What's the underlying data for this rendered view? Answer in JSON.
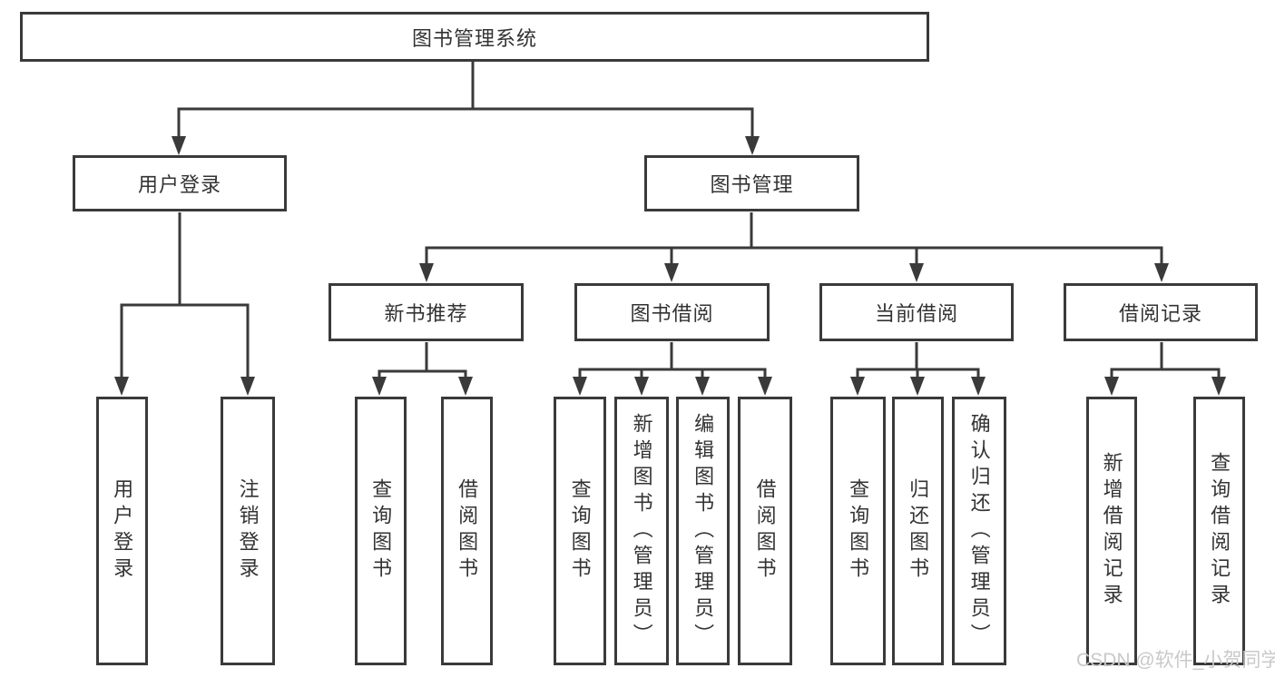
{
  "title": "图书管理系统",
  "user": {
    "label": "用户登录",
    "children": [
      "用户登录",
      "注销登录"
    ]
  },
  "mgmt": {
    "label": "图书管理",
    "sections": {
      "recommend": {
        "label": "新书推荐",
        "children": [
          "查询图书",
          "借阅图书"
        ]
      },
      "borrow": {
        "label": "图书借阅",
        "children": [
          "查询图书",
          "新增图书（管理员）",
          "编辑图书（管理员）",
          "借阅图书"
        ]
      },
      "current": {
        "label": "当前借阅",
        "children": [
          "查询图书",
          "归还图书",
          "确认归还（管理员）"
        ]
      },
      "records": {
        "label": "借阅记录",
        "children": [
          "新增借阅记录",
          "查询借阅记录"
        ]
      }
    }
  },
  "watermark": "CSDN @软件_小贺同学",
  "colors": {
    "line": "#3a3a3a",
    "text": "#333333",
    "watermark": "#c9c9c9",
    "background": "#ffffff"
  }
}
